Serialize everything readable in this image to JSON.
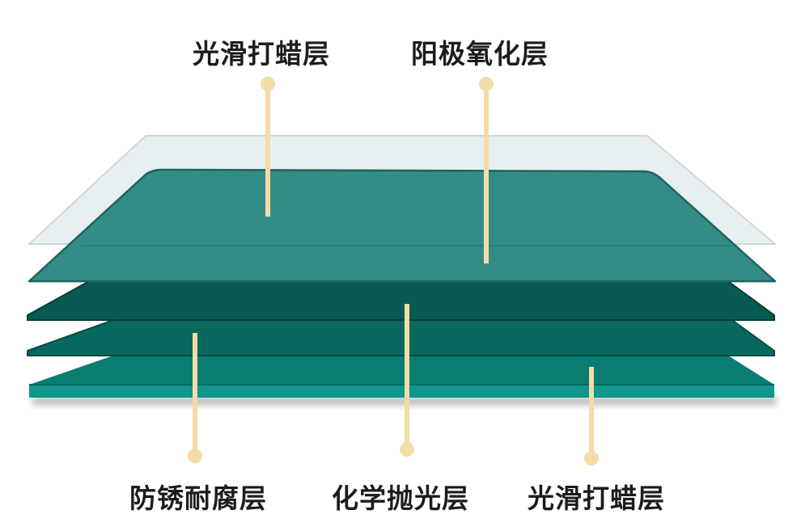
{
  "colors": {
    "pointer": "#f2dca7",
    "clear_layer": "#e8eff0",
    "top_layer": "#348c86",
    "layer_2": "#075a51",
    "layer_3": "#08695f",
    "base_layer": "#0a7d72",
    "base_edge": "#0e978a"
  },
  "labels": {
    "top_left": "光滑打蜡层",
    "top_right": "阳极氧化层",
    "bottom_left": "防锈耐腐层",
    "bottom_mid": "化学抛光层",
    "bottom_right": "光滑打蜡层"
  }
}
